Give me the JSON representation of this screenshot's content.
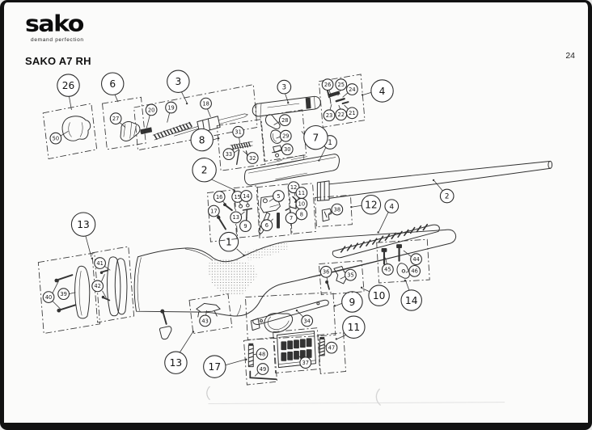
{
  "page": {
    "brand_logo": "sako",
    "brand_tagline": "demand perfection",
    "title": "SAKO A7 RH",
    "page_number": "24"
  },
  "diagram": {
    "type": "exploded-parts-diagram",
    "groups": [
      {
        "callout": "26",
        "parts": [
          "50"
        ]
      },
      {
        "callout": "6",
        "parts": [
          "27"
        ]
      },
      {
        "callout": "3",
        "parts": [
          "20",
          "19",
          "18"
        ]
      },
      {
        "callout": "4",
        "parts": [
          "26",
          "25",
          "24",
          "23",
          "22",
          "21"
        ]
      },
      {
        "callout": "8",
        "parts": [
          "31",
          "33",
          "32"
        ]
      },
      {
        "callout": "7",
        "parts": [
          "28",
          "29",
          "30"
        ]
      },
      {
        "callout": "2",
        "parts": [
          "16",
          "17",
          "15",
          "14",
          "13",
          "9",
          "5",
          "6",
          "12",
          "11",
          "10",
          "8",
          "7"
        ]
      },
      {
        "callout": "12",
        "parts": [
          "38"
        ]
      },
      {
        "callout": "13",
        "parts": [
          "40",
          "39",
          "41",
          "42"
        ]
      },
      {
        "callout": "13",
        "parts": [
          "43"
        ]
      },
      {
        "callout": "9",
        "parts": [
          "34"
        ]
      },
      {
        "callout": "10",
        "parts": [
          "36",
          "35"
        ]
      },
      {
        "callout": "14",
        "parts": [
          "44",
          "45",
          "46"
        ]
      },
      {
        "callout": "11",
        "parts": [
          "37",
          "47"
        ]
      },
      {
        "callout": "17",
        "parts": [
          "48",
          "49"
        ]
      },
      {
        "callout": "1",
        "parts": []
      }
    ],
    "assembly_callouts": [
      "1",
      "2",
      "3",
      "4"
    ]
  },
  "labels": {
    "g26": "26",
    "g6": "6",
    "g3": "3",
    "g4": "4",
    "g8": "8",
    "g7": "7",
    "g2": "2",
    "g12": "12",
    "g13a": "13",
    "g1": "1",
    "g9": "9",
    "g10": "10",
    "g14": "14",
    "g11": "11",
    "g17": "17",
    "g13b": "13",
    "m1": "1",
    "m2": "2",
    "m3": "3",
    "m4": "4",
    "p50": "50",
    "p27": "27",
    "p20": "20",
    "p19": "19",
    "p18": "18",
    "p26": "26",
    "p25": "25",
    "p24": "24",
    "p23": "23",
    "p22": "22",
    "p21": "21",
    "p31": "31",
    "p33": "33",
    "p32": "32",
    "p28": "28",
    "p29": "29",
    "p30": "30",
    "p16": "16",
    "p17": "17",
    "p15": "15",
    "p14": "14",
    "p13": "13",
    "p9": "9",
    "p5": "5",
    "p6": "6",
    "p12": "12",
    "p11": "11",
    "p10": "10",
    "p8": "8",
    "p7": "7",
    "p38": "38",
    "p40": "40",
    "p39": "39",
    "p41": "41",
    "p42": "42",
    "p43": "43",
    "p34": "34",
    "p36": "36",
    "p35": "35",
    "p44": "44",
    "p45": "45",
    "p46": "46",
    "p37": "37",
    "p47": "47",
    "p48": "48",
    "p49": "49"
  },
  "colors": {
    "ink": "#2f2f2f",
    "paper": "#fbfbfa",
    "border": "#121212"
  }
}
